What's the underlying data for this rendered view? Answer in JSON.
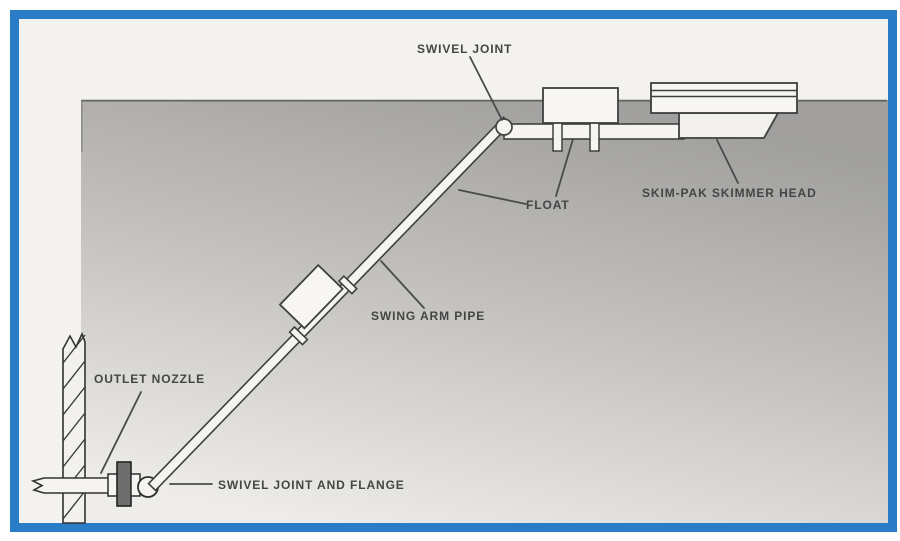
{
  "figure": {
    "labels": {
      "swivel_joint": "SWIVEL JOINT",
      "float": "FLOAT",
      "skimmer_head": "SKIM-PAK SKIMMER HEAD",
      "swing_arm_pipe": "SWING ARM PIPE",
      "outlet_nozzle": "OUTLET NOZZLE",
      "swivel_joint_and_flange": "SWIVEL JOINT AND FLANGE"
    },
    "colors": {
      "frame": "#2a7cc7",
      "paper": "#f4f2ee",
      "water_top": "#a09f9d",
      "water_mid": "#c2c0bd",
      "water_bottom": "#efede9",
      "ink": "#3f3f3f",
      "leader": "#4a4a4a",
      "flange_fill": "#6e6e6e"
    }
  }
}
